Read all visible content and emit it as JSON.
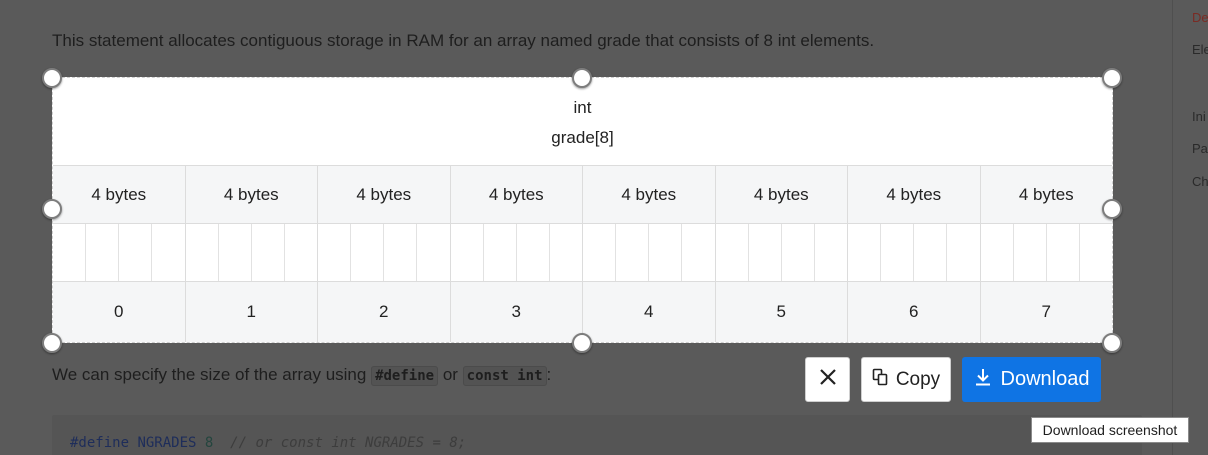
{
  "sidebar": {
    "items": [
      {
        "label": "De",
        "active": true
      },
      {
        "label": "Ele",
        "active": false
      },
      {
        "label": "Ini",
        "active": false
      },
      {
        "label": "Par",
        "active": false
      },
      {
        "label": "Ch",
        "active": false
      }
    ]
  },
  "content": {
    "intro": "This statement allocates contiguous storage in RAM for an array named grade that consists of 8 int elements.",
    "size_text_before": "We can specify the size of the array using ",
    "define_code": "#define",
    "or_text": " or ",
    "const_code": "const int",
    "size_text_after": ":",
    "code_line": {
      "keyword": "#define",
      "name": " NGRADES ",
      "value": "8",
      "comment": "  // or const int NGRADES = 8;"
    }
  },
  "diagram": {
    "type_label": "int",
    "name_label": "grade[8]",
    "element_size_labels": [
      "4 bytes",
      "4 bytes",
      "4 bytes",
      "4 bytes",
      "4 bytes",
      "4 bytes",
      "4 bytes",
      "4 bytes"
    ],
    "indices": [
      "0",
      "1",
      "2",
      "3",
      "4",
      "5",
      "6",
      "7"
    ],
    "bytes_per_element": 4
  },
  "toolbar": {
    "close_icon": "close-icon",
    "copy_label": "Copy",
    "copy_icon": "copy-icon",
    "download_label": "Download",
    "download_icon": "download-icon",
    "download_tooltip": "Download screenshot",
    "accent_color": "#0f74e4"
  }
}
